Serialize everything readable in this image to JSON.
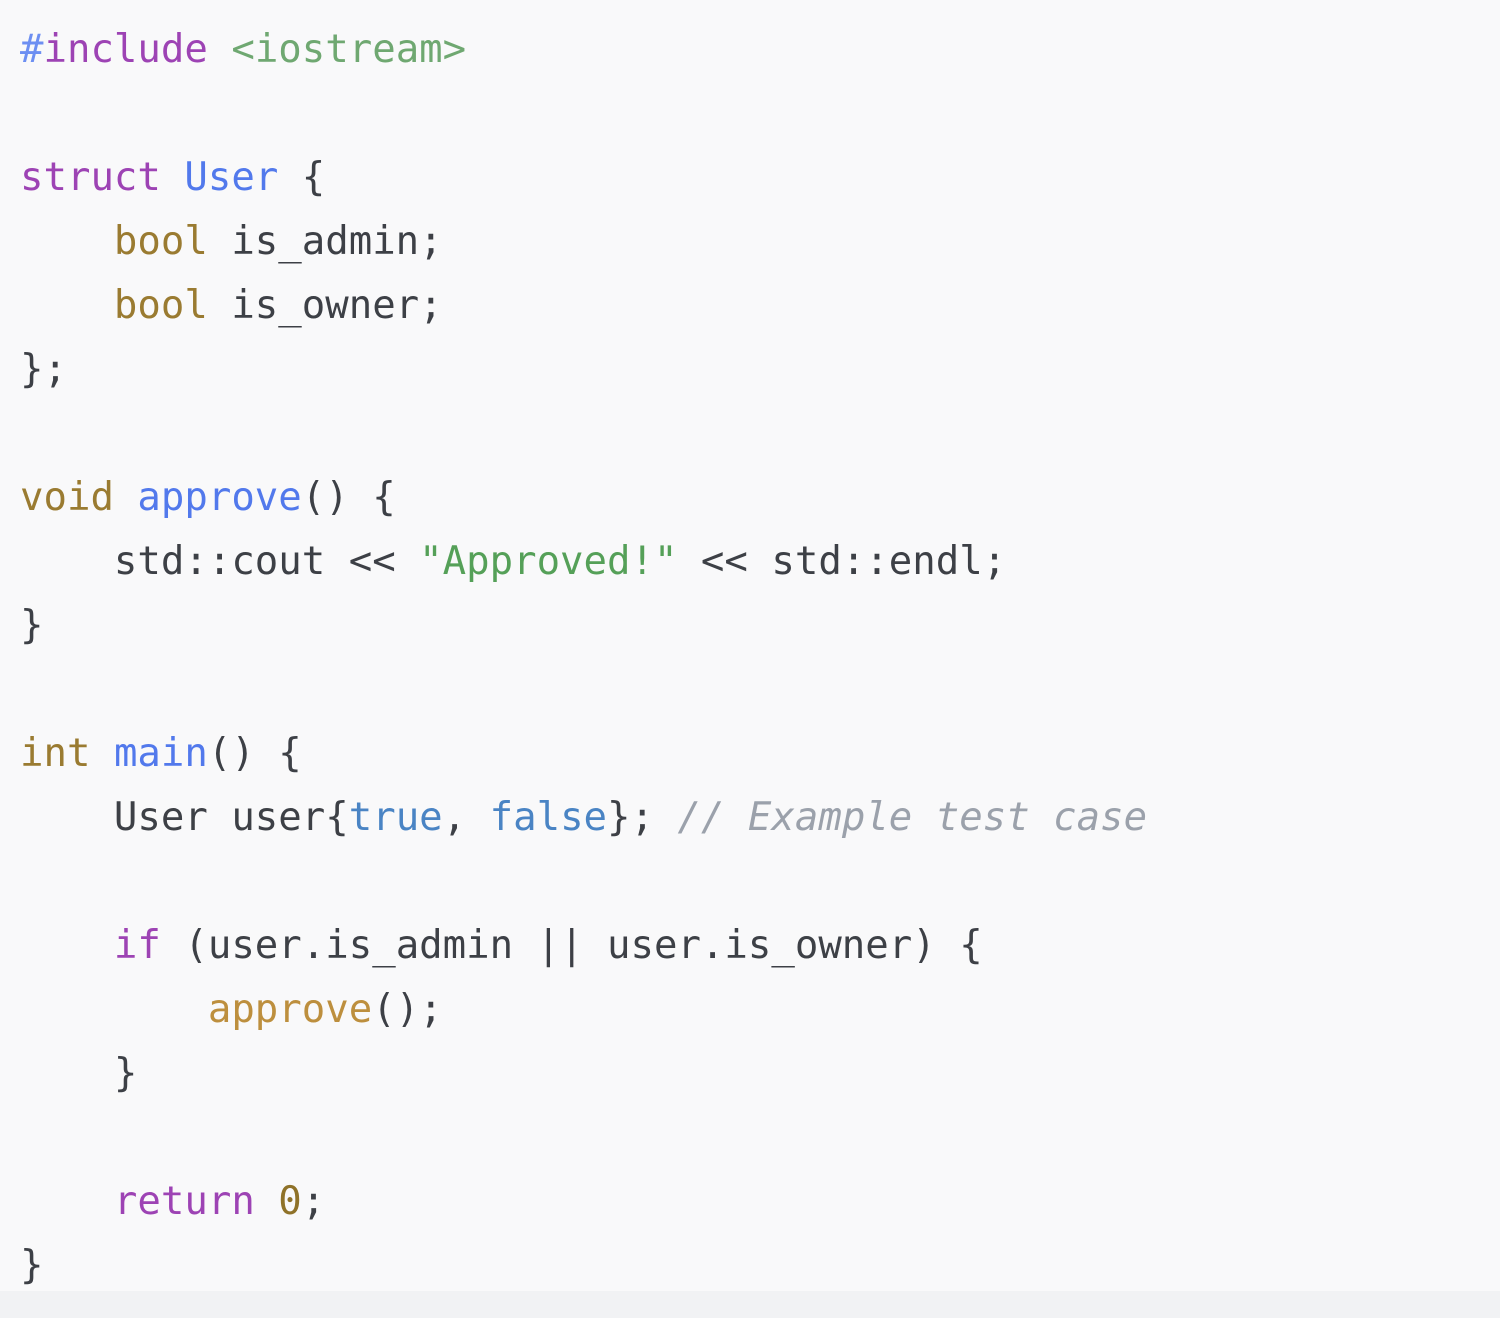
{
  "page": {
    "background": "#f1f2f4",
    "code_background": "#f9f9fa"
  },
  "palette": {
    "default": "#3d4046",
    "keyword": "#9d43b4",
    "type": "#9a7b31",
    "declaration": "#5279ec",
    "hash": "#6d8ff2",
    "call": "#bd8f3e",
    "literal": "#8f7229",
    "boolean": "#4a84c4",
    "string": "#55a058",
    "include_path": "#6fa871",
    "comment": "#9ba1ab"
  },
  "code": {
    "language": "cpp",
    "lines": [
      [
        {
          "t": "#",
          "c": "hash"
        },
        {
          "t": "include",
          "c": "keyword"
        },
        {
          "t": " ",
          "c": "default"
        },
        {
          "t": "<iostream>",
          "c": "include_path"
        }
      ],
      [],
      [
        {
          "t": "struct",
          "c": "keyword"
        },
        {
          "t": " ",
          "c": "default"
        },
        {
          "t": "User",
          "c": "declaration"
        },
        {
          "t": " {",
          "c": "default"
        }
      ],
      [
        {
          "t": "    ",
          "c": "default"
        },
        {
          "t": "bool",
          "c": "type"
        },
        {
          "t": " is_admin;",
          "c": "default"
        }
      ],
      [
        {
          "t": "    ",
          "c": "default"
        },
        {
          "t": "bool",
          "c": "type"
        },
        {
          "t": " is_owner;",
          "c": "default"
        }
      ],
      [
        {
          "t": "};",
          "c": "default"
        }
      ],
      [],
      [
        {
          "t": "void",
          "c": "type"
        },
        {
          "t": " ",
          "c": "default"
        },
        {
          "t": "approve",
          "c": "declaration"
        },
        {
          "t": "() {",
          "c": "default"
        }
      ],
      [
        {
          "t": "    std::cout << ",
          "c": "default"
        },
        {
          "t": "\"Approved!\"",
          "c": "string"
        },
        {
          "t": " << std::endl;",
          "c": "default"
        }
      ],
      [
        {
          "t": "}",
          "c": "default"
        }
      ],
      [],
      [
        {
          "t": "int",
          "c": "type"
        },
        {
          "t": " ",
          "c": "default"
        },
        {
          "t": "main",
          "c": "declaration"
        },
        {
          "t": "() {",
          "c": "default"
        }
      ],
      [
        {
          "t": "    User user{",
          "c": "default"
        },
        {
          "t": "true",
          "c": "boolean"
        },
        {
          "t": ", ",
          "c": "default"
        },
        {
          "t": "false",
          "c": "boolean"
        },
        {
          "t": "}; ",
          "c": "default"
        },
        {
          "t": "// Example test case",
          "c": "comment"
        }
      ],
      [],
      [
        {
          "t": "    ",
          "c": "default"
        },
        {
          "t": "if",
          "c": "keyword"
        },
        {
          "t": " (user.is_admin || user.is_owner) {",
          "c": "default"
        }
      ],
      [
        {
          "t": "        ",
          "c": "default"
        },
        {
          "t": "approve",
          "c": "call"
        },
        {
          "t": "();",
          "c": "default"
        }
      ],
      [
        {
          "t": "    }",
          "c": "default"
        }
      ],
      [],
      [
        {
          "t": "    ",
          "c": "default"
        },
        {
          "t": "return",
          "c": "keyword"
        },
        {
          "t": " ",
          "c": "default"
        },
        {
          "t": "0",
          "c": "literal"
        },
        {
          "t": ";",
          "c": "default"
        }
      ],
      [
        {
          "t": "}",
          "c": "default"
        }
      ]
    ]
  }
}
